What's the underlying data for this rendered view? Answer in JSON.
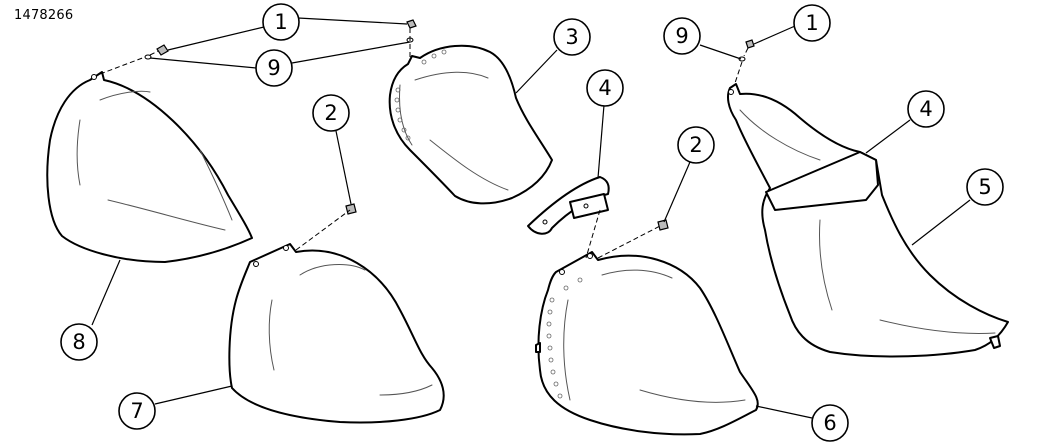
{
  "diagram_id": "1478266",
  "callouts": [
    {
      "label": "1",
      "part": "screw"
    },
    {
      "label": "9",
      "part": "washer"
    },
    {
      "label": "9",
      "part": "washer"
    },
    {
      "label": "3",
      "part": "passenger-pillion"
    },
    {
      "label": "4",
      "part": "seat-strap"
    },
    {
      "label": "1",
      "part": "screw"
    },
    {
      "label": "9",
      "part": "washer"
    },
    {
      "label": "4",
      "part": "seat-strap"
    },
    {
      "label": "2",
      "part": "screw"
    },
    {
      "label": "2",
      "part": "screw"
    },
    {
      "label": "5",
      "part": "two-up-seat"
    },
    {
      "label": "8",
      "part": "rear-pillion"
    },
    {
      "label": "7",
      "part": "solo-seat"
    },
    {
      "label": "6",
      "part": "solo-seat-studded"
    }
  ]
}
